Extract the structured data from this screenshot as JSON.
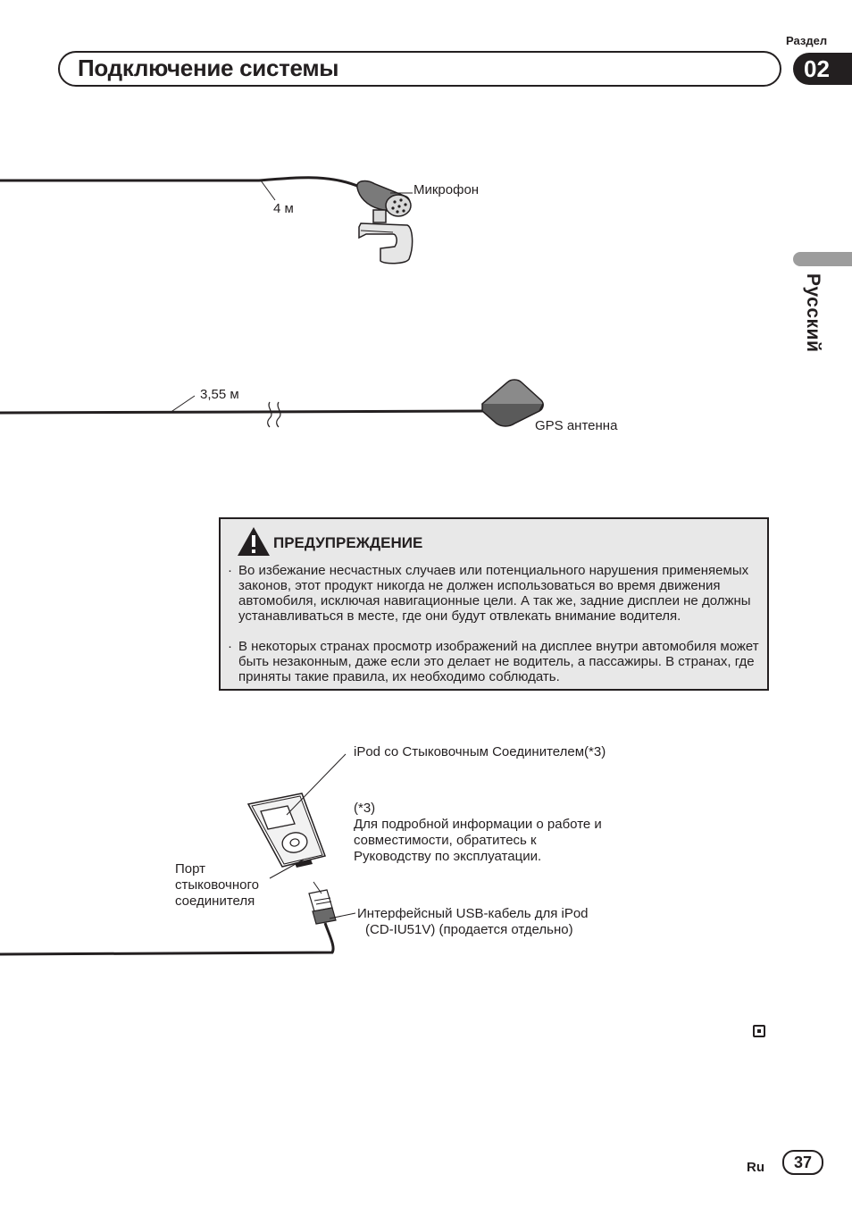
{
  "header": {
    "section_label": "Раздел",
    "section_number": "02",
    "title": "Подключение системы"
  },
  "side_tab": {
    "language": "Русский"
  },
  "microphone": {
    "length": "4 м",
    "label": "Микрофон"
  },
  "gps": {
    "length": "3,55 м",
    "label": "GPS антенна"
  },
  "warning": {
    "heading": "ПРЕДУПРЕЖДЕНИЕ",
    "bullet": "·",
    "items": [
      "Во избежание несчастных случаев или потенциального нарушения применяемых законов, этот продукт никогда не должен использоваться во время движения автомобиля, исключая навигационные цели. А так же, задние дисплеи не должны устанавливаться в месте, где они будут отвлекать внимание водителя.",
      "В некоторых странах просмотр изображений на дисплее внутри автомобиля может быть незаконным, даже если это делает не водитель, а пассажиры. В странах, где приняты такие правила, их необходимо соблюдать."
    ]
  },
  "ipod": {
    "label": "iPod со Стыковочным Соединителем(*3)",
    "note_marker": "(*3)",
    "note_lines": [
      "Для подробной информации о работе и",
      "совместимости, обратитесь к",
      "Руководству по эксплуатации."
    ],
    "port_lines": [
      "Порт",
      "стыковочного",
      "соединителя"
    ],
    "cable_lines": [
      "Интерфейсный USB-кабель для iPod",
      "(CD-IU51V) (продается отдельно)"
    ]
  },
  "footer": {
    "lang": "Ru",
    "page": "37"
  }
}
